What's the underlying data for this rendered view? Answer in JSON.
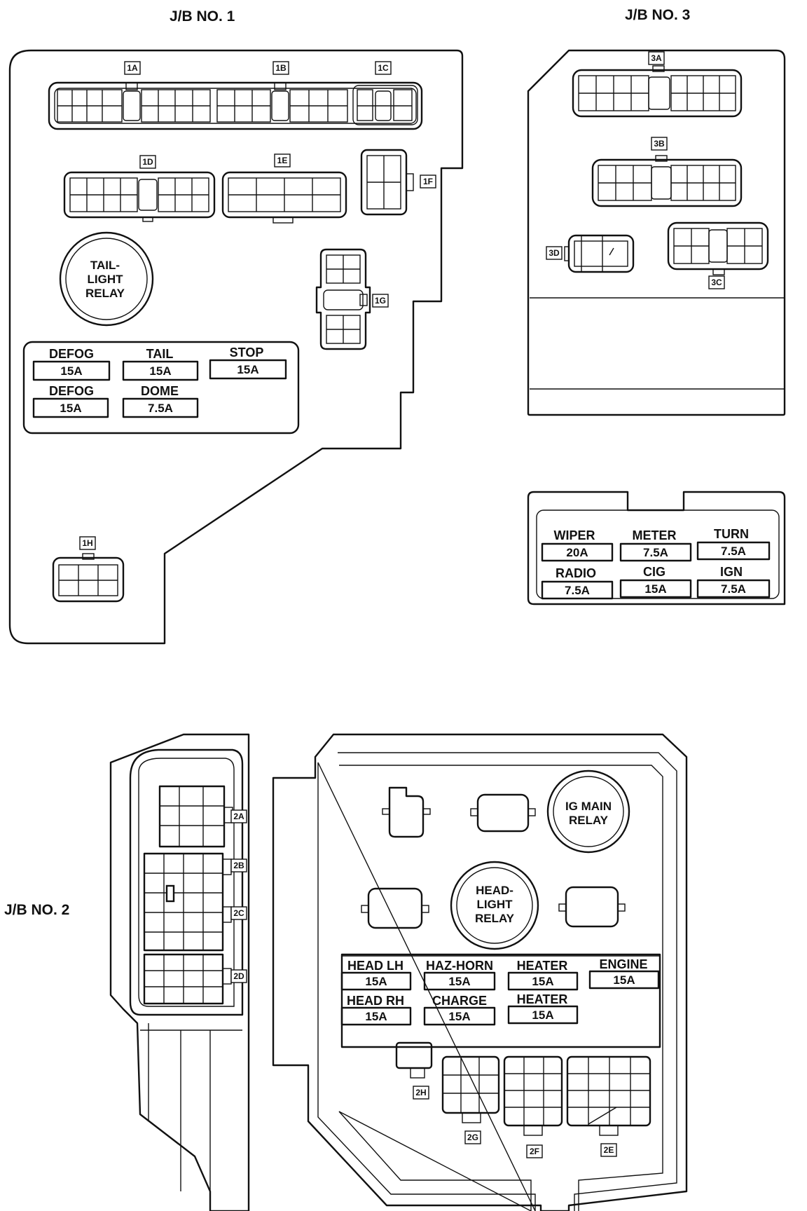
{
  "sections": {
    "jb1": "J/B NO. 1",
    "jb2": "J/B NO. 2",
    "jb3": "J/B NO. 3"
  },
  "connectors": {
    "jb1": [
      "1A",
      "1B",
      "1C",
      "1D",
      "1E",
      "1F",
      "1G",
      "1H"
    ],
    "jb3": [
      "3A",
      "3B",
      "3C",
      "3D"
    ],
    "jb2": [
      "2A",
      "2B",
      "2C",
      "2D",
      "2E",
      "2F",
      "2G",
      "2H"
    ]
  },
  "relays": {
    "tail": [
      "TAIL-",
      "LIGHT",
      "RELAY"
    ],
    "ig_main": [
      "IG MAIN",
      "RELAY"
    ],
    "head": [
      "HEAD-",
      "LIGHT",
      "RELAY"
    ]
  },
  "fuses": {
    "jb1": [
      {
        "name": "DEFOG",
        "rating": "15A"
      },
      {
        "name": "TAIL",
        "rating": "15A"
      },
      {
        "name": "STOP",
        "rating": "15A"
      },
      {
        "name": "DEFOG",
        "rating": "15A"
      },
      {
        "name": "DOME",
        "rating": "7.5A"
      }
    ],
    "jb3": [
      {
        "name": "WIPER",
        "rating": "20A"
      },
      {
        "name": "METER",
        "rating": "7.5A"
      },
      {
        "name": "TURN",
        "rating": "7.5A"
      },
      {
        "name": "RADIO",
        "rating": "7.5A"
      },
      {
        "name": "CIG",
        "rating": "15A"
      },
      {
        "name": "IGN",
        "rating": "7.5A"
      }
    ],
    "jb2": [
      {
        "name": "HEAD LH",
        "rating": "15A"
      },
      {
        "name": "HAZ-HORN",
        "rating": "15A"
      },
      {
        "name": "HEATER",
        "rating": "15A"
      },
      {
        "name": "ENGINE",
        "rating": "15A"
      },
      {
        "name": "HEAD RH",
        "rating": "15A"
      },
      {
        "name": "CHARGE",
        "rating": "15A"
      },
      {
        "name": "HEATER",
        "rating": "15A"
      }
    ]
  }
}
